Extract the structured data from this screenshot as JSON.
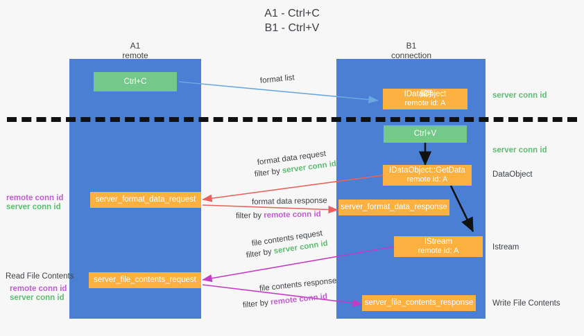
{
  "title": {
    "line1": "A1 - Ctrl+C",
    "line2": "B1 - Ctrl+V"
  },
  "lanes": [
    {
      "name": "A1",
      "sub": "remote"
    },
    {
      "name": "B1",
      "sub": "connection"
    }
  ],
  "boxes": {
    "ctrl_c": "Ctrl+C",
    "ctrl_v": "Ctrl+V",
    "idataobject": {
      "line1_visible": "IDataObject",
      "line1_overlay": "保存",
      "line2": "remote id: A"
    },
    "getdata": {
      "line1": "IDataObject::GetData",
      "line2": "remote id: A"
    },
    "istream": {
      "line1": "IStream",
      "line2": "remote id: A"
    },
    "format_data_request": "server_format_data_request",
    "format_data_response": "server_format_data_response",
    "file_contents_request": "server_file_contents_request",
    "file_contents_response": "server_file_contents_response"
  },
  "annotations": {
    "format_list": "format list",
    "format_data_request": "format data request",
    "format_data_request_filter_prefix": "filter by ",
    "format_data_request_filter_kw": "server conn id",
    "format_data_response": "format data response",
    "format_data_response_filter_prefix": "filter by ",
    "format_data_response_filter_kw": "remote conn id",
    "file_contents_request": "file contents request",
    "file_contents_request_filter_prefix": "filter by ",
    "file_contents_request_filter_kw": "server conn id",
    "file_contents_response": "file contents response",
    "file_contents_response_filter_prefix": "filter by ",
    "file_contents_response_filter_kw": "remote conn id"
  },
  "side_labels": {
    "right_server_conn_id_top": "server conn id",
    "right_server_conn_id_mid": "server conn id",
    "right_dataobject": "DataObject",
    "right_istream": "Istream",
    "right_write_file_contents": "Write File Contents",
    "left_remote_conn_id_1": "remote conn id",
    "left_server_conn_id_1": "server conn id",
    "left_read_file_contents": "Read File Contents",
    "left_remote_conn_id_2": "remote conn id",
    "left_server_conn_id_2": "server conn id"
  },
  "colors": {
    "lane": "#4a7fd4",
    "green_box": "#74c98a",
    "orange_box": "#fbb040",
    "green_text": "#5dbd72",
    "purple_text": "#bf5ed0",
    "red_arrow": "#e8635e",
    "magenta_arrow": "#c43cc4",
    "blue_arrow": "#6aa9e0",
    "black_arrow": "#111111",
    "background": "#f7f7f7"
  }
}
